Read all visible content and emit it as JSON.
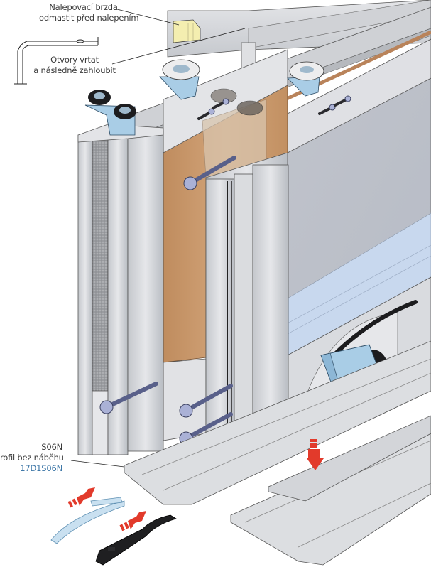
{
  "labels": {
    "brake": {
      "line1": "Nalepovací brzda",
      "line2": "odmastit před nalepením"
    },
    "holes": {
      "line1": "Otvory vrtat",
      "line2": "a následně zahloubit"
    },
    "profile": {
      "name": "S06N",
      "description": "rofil bez náběhu",
      "code": "17D1S06N"
    }
  },
  "colors": {
    "aluminum": "#d6d8dc",
    "aluminum_dark": "#a9adb3",
    "wood": "#c99a6e",
    "glass": "#c3c8d2",
    "glass_light": "#c8d8ee",
    "bracket_blue": "#a9cde6",
    "arrow_red": "#e23a2b",
    "brake_yellow": "#f4eeb0",
    "code_blue": "#3f78a8",
    "text": "#3a3a3a"
  },
  "components": [
    {
      "id": "top-track",
      "name": "top guide track"
    },
    {
      "id": "brake-pad",
      "name": "adhesive brake"
    },
    {
      "id": "top-rollers",
      "name": "top guide rollers"
    },
    {
      "id": "left-profile",
      "name": "vertical handle profile with brush"
    },
    {
      "id": "wood-panel",
      "name": "wood door panel"
    },
    {
      "id": "middle-profile",
      "name": "vertical profile"
    },
    {
      "id": "glass-panel",
      "name": "glass/mirror door panel"
    },
    {
      "id": "bottom-roller",
      "name": "bottom roller carriage"
    },
    {
      "id": "bottom-track",
      "name": "bottom track S06N"
    },
    {
      "id": "track-cover",
      "name": "track cover strip"
    },
    {
      "id": "clip-blue",
      "name": "blue clip part"
    },
    {
      "id": "clip-black",
      "name": "black spring clip"
    }
  ]
}
